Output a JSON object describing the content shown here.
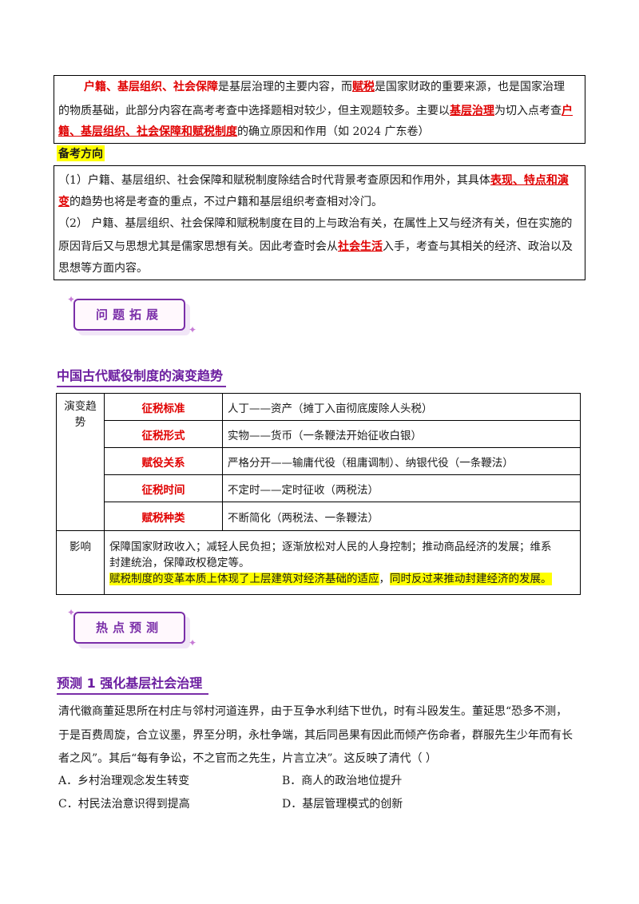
{
  "intro": {
    "l1a": "户籍、基层组织、社会保障",
    "l1b": "是基层治理的主要内容，而",
    "l1c": "赋税",
    "l1d": "是国家财政的重要来源，也是国家治理",
    "l2": "的物质基础，此部分内容在高考考查中选择题相对较少，但主观题较多。主要以",
    "l2b": "基层治理",
    "l2c": "为切入点考查",
    "l2d": "户",
    "l3a": "籍、基层组织、社会保障和赋税制度",
    "l3b": "的确立原因和作用（如 2024 广东卷）"
  },
  "section_title": "备考方向",
  "direction": {
    "p1a": "（1）户籍、基层组织、社会保障和赋税制度除结合时代背景考查原因和作用外，其具体",
    "p1b": "表现、特点和演",
    "p1c": "变",
    "p1d": "的趋势也将是考查的重点，不过户籍和基层组织考查相对冷门。",
    "p2a": "（2）  户籍、基层组织、社会保障和赋税制度在目的上与政治有关，在属性上又与经济有关，但在实施的",
    "p2b": "原因背后又与思想尤其是儒家思想有关。因此考查时会从",
    "p2c": "社会生活",
    "p2d": "入手，考查与其相关的经济、政治以及",
    "p2e": "思想等方面内容。"
  },
  "banner1": "问题拓展",
  "heading1": "中国古代赋役制度的演变趋势",
  "table": {
    "trend_label": "演变趋势",
    "rows": [
      {
        "label": "征税标准",
        "value": "人丁——资产（摊丁入亩彻底废除人头税）"
      },
      {
        "label": "征税形式",
        "value": "实物——货币（一条鞭法开始征收白银）"
      },
      {
        "label": "赋役关系",
        "value": "严格分开——输庸代役（租庸调制）、纳银代役（一条鞭法）"
      },
      {
        "label": "征税时间",
        "value": "不定时——定时征收（两税法）"
      },
      {
        "label": "赋税种类",
        "value": "不断简化（两税法、一条鞭法）"
      }
    ],
    "impact_label": "影响",
    "impact_l1": "保障国家财政收入；减轻人民负担；逐渐放松对人民的人身控制；推动商品经济的发展；维系",
    "impact_l2": "封建统治，保障政权稳定等。",
    "impact_hl1": "赋税制度的变革本质上体现了上层建筑对经济基础的适应",
    "impact_hl_sep": "，",
    "impact_hl2": "同时反过来推动封建经济的发展。"
  },
  "banner2": "热点预测",
  "heading2": "预测 1    强化基层社会治理",
  "question": {
    "l1": "清代徽商董延思所在村庄与邻村河道连界，由于互争水利结下世仇，时有斗殴发生。董延思“恐多不测，",
    "l2": "于是百费周旋，合立议墨，界至分明，永杜争端，其后同邑果有因此而倾产伤命者，群服先生少年而有长",
    "l3": "者之风”。其后“每有争讼，不之官而之先生，片言立决”。这反映了清代（          ）",
    "options": [
      "A．乡村治理观念发生转变",
      "B．商人的政治地位提升",
      "C．村民法治意识得到提高",
      "D．基层管理模式的创新"
    ]
  }
}
